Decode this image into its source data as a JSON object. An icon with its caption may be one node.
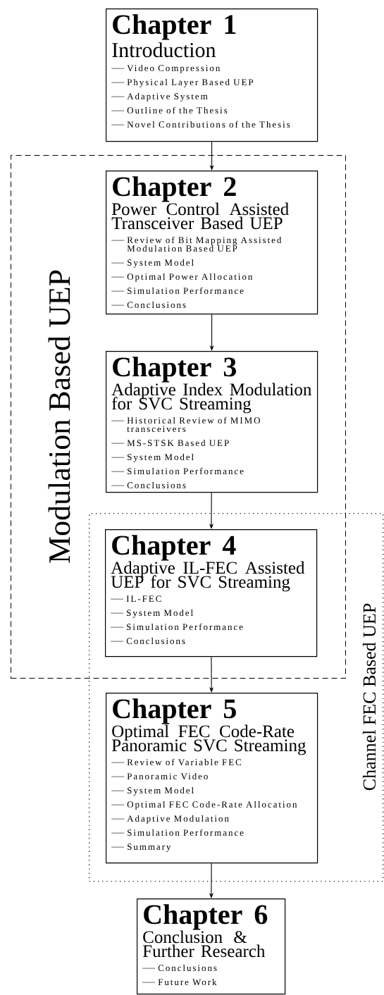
{
  "diagram": {
    "nodes": [
      {
        "text": [
          "Chapter 1",
          "Introduction",
          "Video Compression",
          "Physical Layer Based UEP",
          "Adaptive System",
          "Outline of the Thesis",
          "Novel Contributions of the Thesis"
        ]
      },
      {
        "text": [
          "Modulation Based UEP"
        ]
      },
      {
        "text": [
          "Chapter 2",
          "Power Control Assisted Transceiver Based UEP",
          "Review of Bit Mapping Assisted Modulation Based UEP",
          "System Model",
          "Optimal Power Allocation",
          "Simulation Performance",
          "Conclusions"
        ],
        "in": 1
      },
      {
        "text": [
          "Chapter 3",
          "Adaptive Index Modulation for SVC Streaming",
          "Historical Review of MIMO transceivers",
          "MS-STSK Based UEP",
          "System Model",
          "Simulation Performance",
          "Conclusions"
        ],
        "in": 1
      },
      {
        "text": [
          "Channel FEC Based UEP"
        ]
      },
      {
        "text": [
          "Chapter 4",
          "Adaptive IL-FEC Assisted UEP for SVC Streaming",
          "IL-FEC",
          "System Model",
          "Simulation Performance",
          "Conclusions"
        ]
      },
      {
        "text": [
          "Chapter 5",
          "Optimal FEC Code-Rate Panoramic SVC Streaming",
          "Review of Variable FEC",
          "Panoramic Video",
          "System Model",
          "Optimal FEC Code-Rate Allocation",
          "Adaptive Modulation",
          "Simulation Performance",
          "Summary"
        ],
        "in": 4
      },
      {
        "text": [
          "Chapter 6",
          "Conclusion & Further Research",
          "Conclusions",
          "Future Work"
        ]
      }
    ],
    "edges": [
      {
        "from": 0,
        "to": 2,
        "arrow": "to"
      },
      {
        "from": 2,
        "to": 3,
        "arrow": "to"
      },
      {
        "from": 3,
        "to": 5,
        "arrow": "to"
      },
      {
        "from": 5,
        "to": 6,
        "arrow": "to"
      },
      {
        "from": 6,
        "to": 7,
        "arrow": "to"
      }
    ]
  }
}
